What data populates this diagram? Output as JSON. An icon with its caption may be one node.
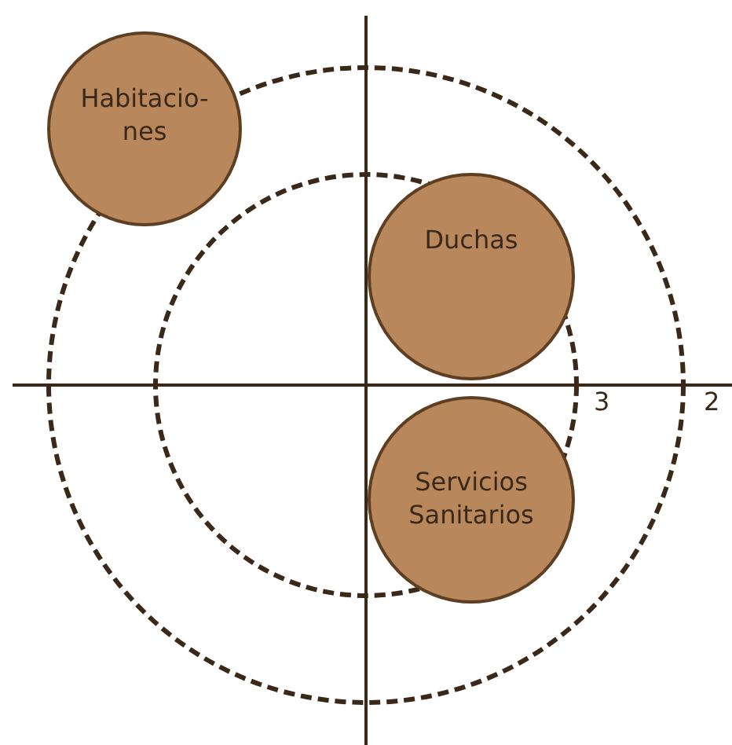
{
  "diagram": {
    "nodes": [
      {
        "text": [
          "Habitacio- nes"
        ]
      },
      {
        "text": [
          "Duchas"
        ]
      },
      {
        "text": [
          "Servicios Sanitarios"
        ]
      }
    ],
    "labels": [
      "3",
      "2"
    ]
  }
}
